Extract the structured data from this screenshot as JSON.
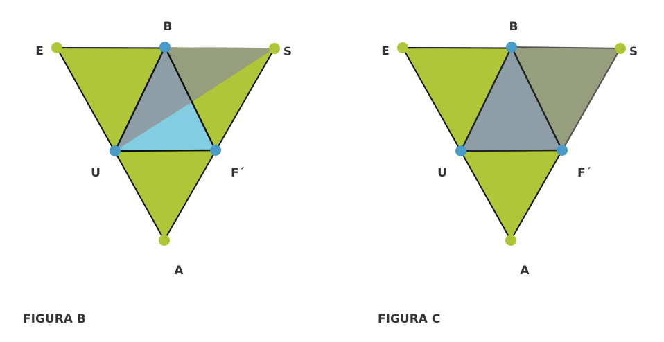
{
  "figures": [
    {
      "caption": "FIGURA B",
      "labels": {
        "B": "B",
        "E": "E",
        "S": "S",
        "U": "U",
        "F": "F´",
        "A": "A"
      }
    },
    {
      "caption": "FIGURA C",
      "labels": {
        "B": "B",
        "E": "E",
        "S": "S",
        "U": "U",
        "F": "F´",
        "A": "A"
      }
    }
  ],
  "colors": {
    "green": "#aec637",
    "blue_fill": "#82cde2",
    "gray_blue": "#8e9ea6",
    "olive_gray": "#979e7d",
    "blue_dot": "#4a9bc7",
    "green_dot": "#aec637"
  }
}
